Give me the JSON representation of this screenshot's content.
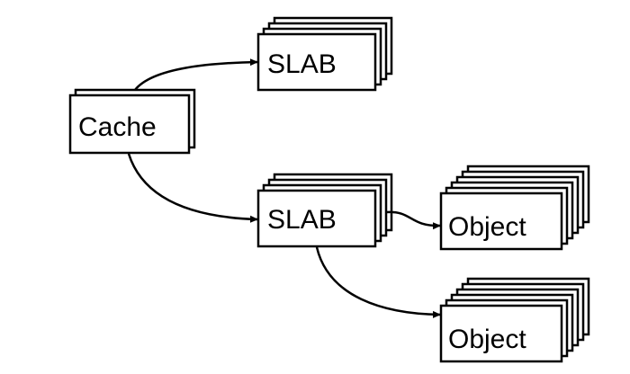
{
  "nodes": {
    "cache": {
      "label": "Cache"
    },
    "slab_top": {
      "label": "SLAB"
    },
    "slab_mid": {
      "label": "SLAB"
    },
    "object_1": {
      "label": "Object"
    },
    "object_2": {
      "label": "Object"
    }
  },
  "edges": [
    {
      "from": "cache",
      "to": "slab_top"
    },
    {
      "from": "cache",
      "to": "slab_mid"
    },
    {
      "from": "slab_mid",
      "to": "object_1"
    },
    {
      "from": "slab_mid",
      "to": "object_2"
    }
  ],
  "colors": {
    "stroke": "#000000",
    "fill": "#ffffff"
  }
}
